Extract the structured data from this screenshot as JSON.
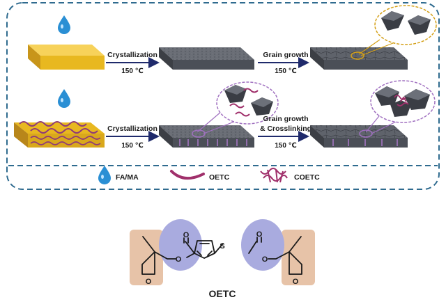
{
  "process": {
    "row1": {
      "step1_label": "Crystallization",
      "step1_temp": "150 ℃",
      "step2_label": "Grain growth",
      "step2_temp": "150 ℃"
    },
    "row2": {
      "step1_label": "Crystallization",
      "step1_temp": "150 ℃",
      "step2_label_line1": "Grain growth",
      "step2_label_line2": "& Crosslinking",
      "step2_temp": "150 ℃"
    }
  },
  "legend": {
    "fama": "FA/MA",
    "oetc": "OETC",
    "coetc": "COETC"
  },
  "molecule": {
    "name": "OETC",
    "atoms": [
      "O",
      "O",
      "S",
      "O",
      "O",
      "O",
      "O"
    ]
  },
  "colors": {
    "panel_border": "#2f6b8f",
    "yellow_film": "#e8b820",
    "perovskite": "#5a5e66",
    "arrow": "#1f2a6b",
    "zoom_gold": "#d4a017",
    "zoom_purple": "#a070c0",
    "oetc_chain": "#a0306b",
    "oxetane_box": "#e7c3a8",
    "ester_ellipse": "#a9abdf"
  }
}
